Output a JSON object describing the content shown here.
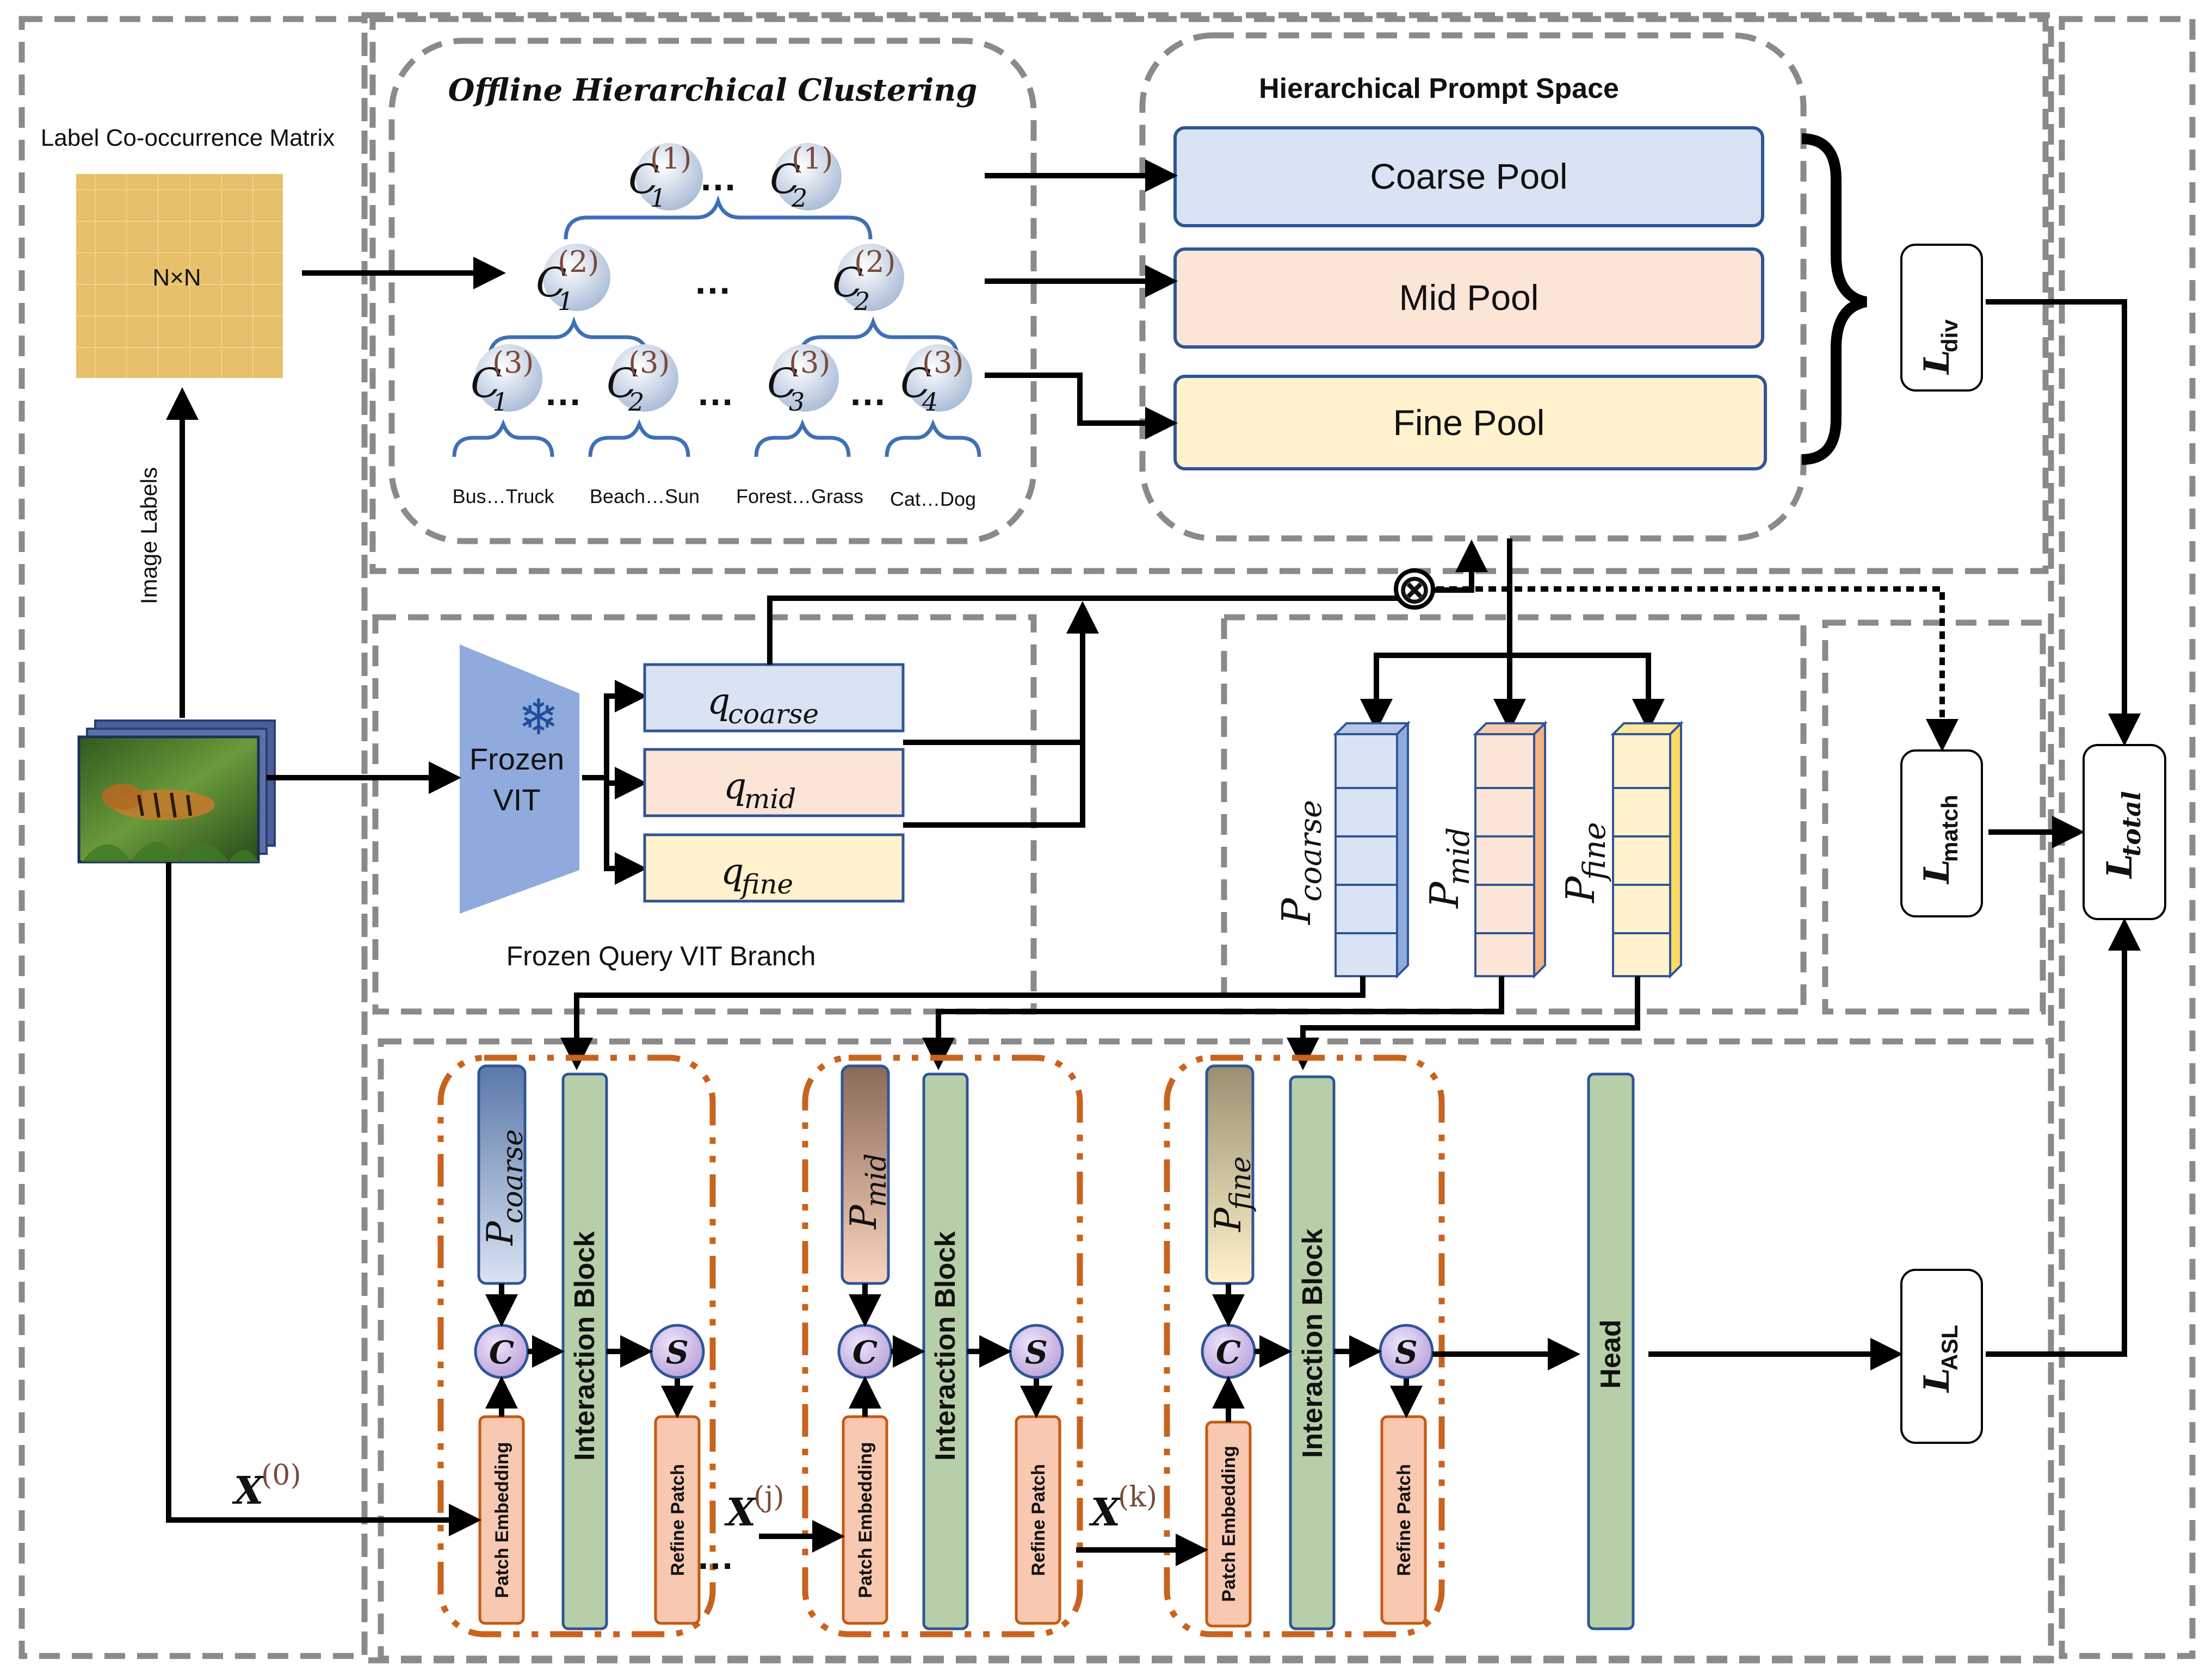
{
  "clustering": {
    "title": "Offline Hierarchical Clustering",
    "level1": [
      {
        "base": "C",
        "sub": "1",
        "sup": "(1)"
      },
      {
        "base": "C",
        "sub": "2",
        "sup": "(1)"
      }
    ],
    "level2": [
      {
        "base": "C",
        "sub": "1",
        "sup": "(2)"
      },
      {
        "base": "C",
        "sub": "2",
        "sup": "(2)"
      }
    ],
    "level3": [
      {
        "base": "C",
        "sub": "1",
        "sup": "(3)"
      },
      {
        "base": "C",
        "sub": "2",
        "sup": "(3)"
      },
      {
        "base": "C",
        "sub": "3",
        "sup": "(3)"
      },
      {
        "base": "C",
        "sub": "4",
        "sup": "(3)"
      }
    ],
    "ellipsis": "…",
    "leaves": [
      "Bus…Truck",
      "Beach…Sun",
      "Forest…Grass",
      "Cat…Dog"
    ]
  },
  "matrix": {
    "caption": "Label Co-occurrence Matrix",
    "label": "N×N"
  },
  "image_labels": "Image Labels",
  "prompt_space": {
    "title": "Hierarchical Prompt Space",
    "pools": [
      "Coarse Pool",
      "Mid Pool",
      "Fine Pool"
    ]
  },
  "losses": {
    "div": {
      "base": "L",
      "sub": "div"
    },
    "match": {
      "base": "L",
      "sub": "match"
    },
    "total": {
      "base": "L",
      "sub": "total"
    },
    "asl": {
      "base": "L",
      "sub": "ASL"
    }
  },
  "vit": {
    "label_line1": "Frozen",
    "label_line2": "VIT",
    "branch_caption": "Frozen Query VIT Branch",
    "queries": [
      {
        "base": "q",
        "sub": "coarse"
      },
      {
        "base": "q",
        "sub": "mid"
      },
      {
        "base": "q",
        "sub": "fine"
      }
    ]
  },
  "prompts": [
    {
      "base": "P",
      "sub": "coarse"
    },
    {
      "base": "P",
      "sub": "mid"
    },
    {
      "base": "P",
      "sub": "fine"
    }
  ],
  "stages": [
    {
      "prompt_base": "P",
      "prompt_sub": "coarse",
      "concat": "C",
      "select": "S",
      "embed": "Patch Embedding",
      "interaction": "Interaction Block",
      "refine": "Refine Patch"
    },
    {
      "prompt_base": "P",
      "prompt_sub": "mid",
      "concat": "C",
      "select": "S",
      "embed": "Patch Embedding",
      "interaction": "Interaction Block",
      "refine": "Refine Patch"
    },
    {
      "prompt_base": "P",
      "prompt_sub": "fine",
      "concat": "C",
      "select": "S",
      "embed": "Patch Embedding",
      "interaction": "Interaction Block",
      "refine": "Refine Patch"
    }
  ],
  "features": {
    "x0": {
      "base": "X",
      "sup": "(0)"
    },
    "xj": {
      "base": "X",
      "sup": "(j)"
    },
    "xk": {
      "base": "X",
      "sup": "(k)"
    }
  },
  "head": "Head",
  "multiply": "⊗",
  "colors": {
    "coarse_fill": "#dae3f3",
    "mid_fill": "#fbe5d6",
    "fine_fill": "#fff2cc",
    "pool_border": "#2f5597",
    "interaction_fill": "#b7cfa8",
    "patch_fill": "#f8c8b0",
    "patch_border": "#c55a11",
    "node_fill": "#d9c7ef",
    "brace": "#3f6fb5",
    "vit_fill": "#8faadc",
    "matrix_fill": "#e6c06a",
    "dashed_gray": "#8a8a8a",
    "dashed_orange": "#c8631e"
  }
}
